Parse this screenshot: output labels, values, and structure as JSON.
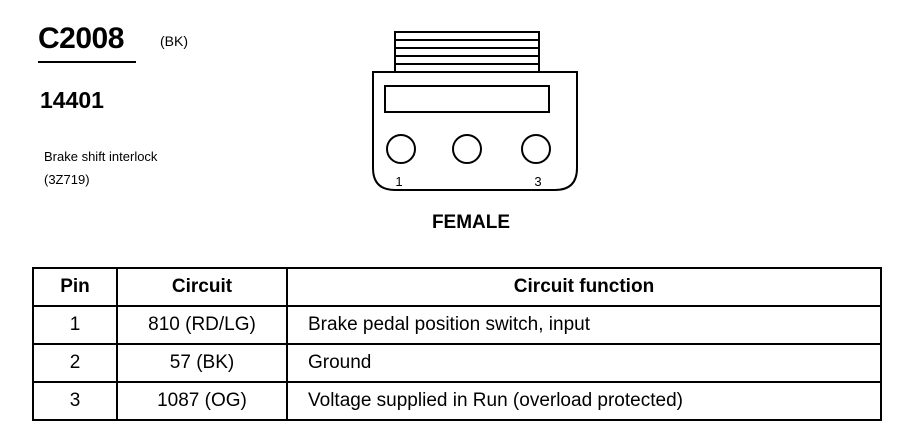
{
  "header": {
    "connector_id": "C2008",
    "color_code": "(BK)",
    "harness_number": "14401",
    "component_name": "Brake shift interlock",
    "component_part": "(3Z719)"
  },
  "connector_view": {
    "pin_first_label": "1",
    "pin_last_label": "3",
    "gender": "FEMALE"
  },
  "table": {
    "headers": [
      "Pin",
      "Circuit",
      "Circuit function"
    ],
    "rows": [
      {
        "pin": "1",
        "circuit": "810 (RD/LG)",
        "function": "Brake pedal position switch, input"
      },
      {
        "pin": "2",
        "circuit": "57 (BK)",
        "function": "Ground"
      },
      {
        "pin": "3",
        "circuit": "1087 (OG)",
        "function": "Voltage supplied in Run (overload protected)"
      }
    ]
  }
}
